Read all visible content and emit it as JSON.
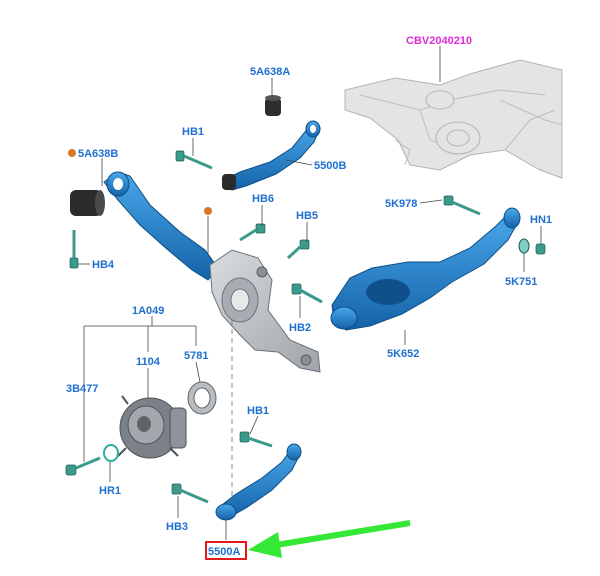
{
  "colors": {
    "part_blue": "#2a8fd6",
    "part_blue_dark": "#1462a8",
    "callout_text": "#1f6fd1",
    "reference_text": "#e02ad8",
    "highlight_box": "#e01b1b",
    "arrow": "#35e835",
    "fastener": "#3c9a8c",
    "grease_dot": "#d9782a",
    "knuckle_grey": "#bfc4c8"
  },
  "labels": {
    "cbv": "CBV2040210",
    "p5a638a": "5A638A",
    "p5a638b": "5A638B",
    "hb1_top": "HB1",
    "p5500b": "5500B",
    "hb6": "HB6",
    "hb5": "HB5",
    "p5k978": "5K978",
    "hn1": "HN1",
    "hb4": "HB4",
    "p5k751": "5K751",
    "hb2": "HB2",
    "p5k652": "5K652",
    "p1a049": "1A049",
    "p1104": "1104",
    "p5781": "5781",
    "p3b477": "3B477",
    "hb1_bottom": "HB1",
    "hr1": "HR1",
    "hb3": "HB3",
    "p5500a": "5500A"
  },
  "icons": {
    "grease_point": "orange-dot-icon",
    "pointer": "green-arrow-icon"
  }
}
